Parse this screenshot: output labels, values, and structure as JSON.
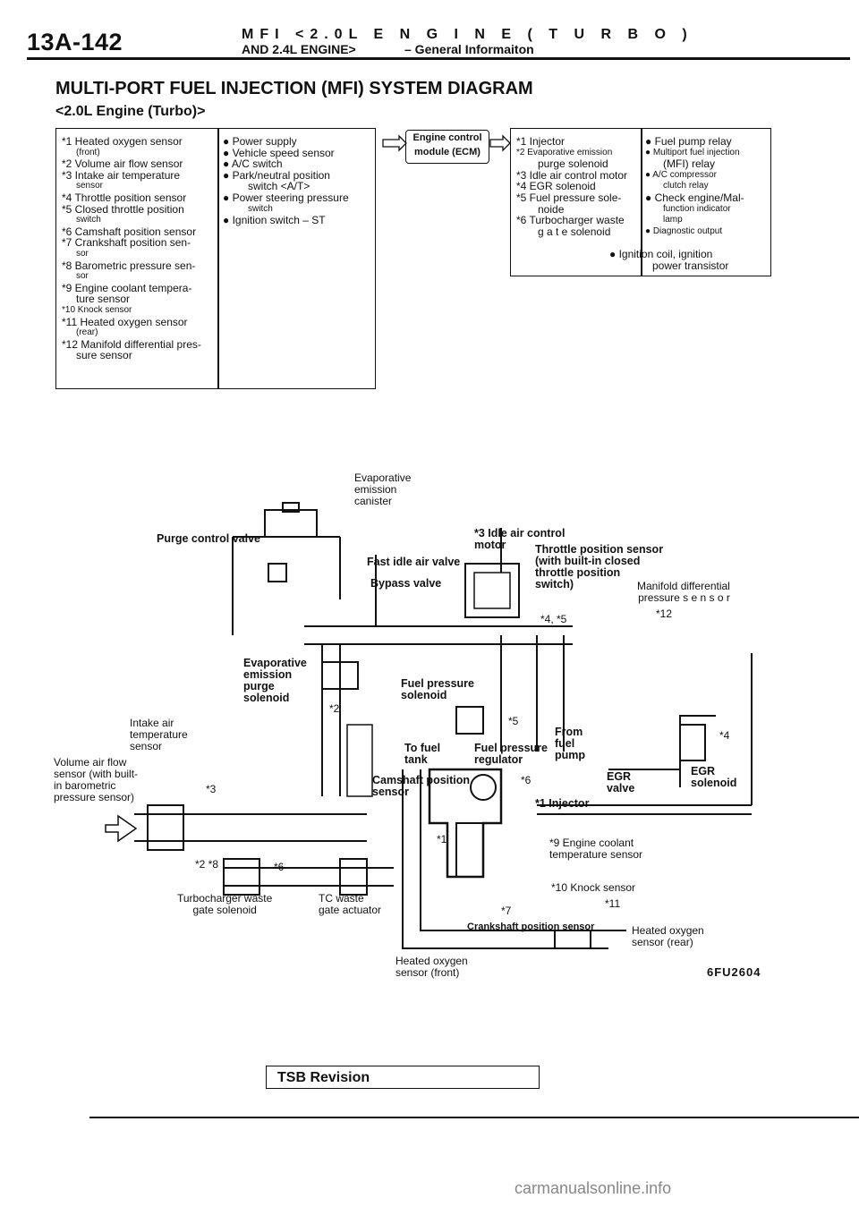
{
  "header": {
    "page_number": "13A-142",
    "line1": "MFI <2.0L E N G I N E ( T U R B O )",
    "line2a": "AND 2.4L ENGINE>",
    "line2b": "– General Informaiton"
  },
  "title": "MULTI-PORT FUEL INJECTION (MFI) SYSTEM DIAGRAM",
  "subtitle": "<2.0L Engine (Turbo)>",
  "ecm_label": [
    "Engine control",
    "module (ECM)"
  ],
  "sensors": [
    "*1 Heated oxygen sensor",
    "(front)",
    "*2 Volume air flow sensor",
    "*3 Intake air temperature",
    "sensor",
    "*4 Throttle position sensor",
    "*5 Closed throttle position",
    "switch",
    "*6 Camshaft position sensor",
    "*7 Crankshaft position sen-",
    "sor",
    "*8 Barometric pressure sen-",
    "sor",
    "*9 Engine coolant tempera-",
    "ture sensor",
    "*10 Knock sensor",
    "*11 Heated oxygen sensor",
    "(rear)",
    "*12 Manifold differential pres-",
    "sure sensor"
  ],
  "switches": [
    "● Power supply",
    "● Vehicle speed sensor",
    "● A/C switch",
    "● Park/neutral position",
    "switch <A/T>",
    "● Power steering pressure",
    "switch",
    "● Ignition switch – ST"
  ],
  "actuators": [
    "*1 Injector",
    "*2 Evaporative emission",
    "purge solenoid",
    "*3 Idle air control motor",
    "*4 EGR solenoid",
    "*5 Fuel pressure sole-",
    "noide",
    "*6 Turbocharger waste",
    "g a t e solenoid"
  ],
  "outputs": [
    "● Fuel pump relay",
    "● Multiport fuel injection",
    "(MFI) relay",
    "● A/C compressor",
    "clutch relay",
    "● Check engine/Mal-",
    "function indicator",
    "lamp",
    "● Diagnostic output",
    "● Ignition coil, ignition",
    "power transistor"
  ],
  "diagram_labels": {
    "canister": "Evaporative\nemission\ncanister",
    "purge_valve": "Purge control valve",
    "iac": "*3 Idle air control\nmotor",
    "fast_idle": "Fast idle air valve",
    "bypass": "Bypass valve",
    "tps": "Throttle position sensor\n(with built-in closed\nthrottle position\nswitch)",
    "mdp": "Manifold differential\npressure s e n s o r",
    "mdp_num": "*12",
    "tps_num": "*4, *5",
    "evap_sol": "Evaporative\nemission\npurge\nsolenoid",
    "evap_num": "*2",
    "fps": "Fuel pressure\nsolenoid",
    "fps_num": "*5",
    "iat": "Intake air\ntemperature\nsensor",
    "vaf": "Volume air flow\nsensor (with built-\nin barometric\npressure sensor)",
    "iat_num": "*3",
    "to_fuel_tank": "To fuel\ntank",
    "fpr": "Fuel pressure\nregulator",
    "from_pump": "From\nfuel\npump",
    "egr_sol_num": "*4",
    "egr_sol": "EGR\nsolenoid",
    "egr_valve": "EGR\nvalve",
    "cam": "Camshaft position\nsensor",
    "cam_num": "*6",
    "inj": "*1 Injector",
    "ho2f_num": "*1",
    "ect": "*9 Engine coolant\ntemperature sensor",
    "vaf_num": "*2 *8",
    "wg_num": "*6",
    "wg_sol": "Turbocharger waste\ngate solenoid",
    "wg_act": "TC waste\ngate actuator",
    "knock": "*10 Knock sensor",
    "ho2r_num": "*11",
    "ckp_num": "*7",
    "ckp": "Crankshaft position sensor",
    "ho2r": "Heated oxygen\nsensor (rear)",
    "ho2f": "Heated oxygen\nsensor (front)",
    "code": "6FU2604"
  },
  "footer": {
    "tsb": "TSB Revision"
  },
  "watermark": "carmanualsonline.info"
}
